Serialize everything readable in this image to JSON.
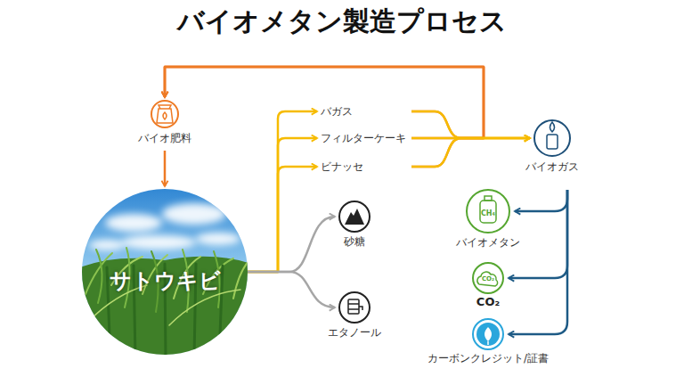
{
  "diagram": {
    "title": "バイオメタン製造プロセス",
    "nodes": [
      {
        "text": [
          "バイオ肥料"
        ]
      },
      {
        "text": [
          "サトウキビ"
        ]
      },
      {
        "text": [
          "バガス"
        ]
      },
      {
        "text": [
          "フィルターケーキ"
        ]
      },
      {
        "text": [
          "ビナッセ"
        ]
      },
      {
        "text": [
          "砂糖"
        ]
      },
      {
        "text": [
          "エタノール"
        ]
      },
      {
        "text": [
          "バイオガス"
        ]
      },
      {
        "text": [
          "バイオメタン"
        ]
      },
      {
        "text": [
          "CO₂"
        ]
      },
      {
        "text": [
          "カーボンクレジット/証書"
        ]
      }
    ],
    "edges": [
      {
        "from": 0,
        "to": 1,
        "arrow": "to"
      },
      {
        "from": 1,
        "to": 2,
        "arrow": "to"
      },
      {
        "from": 1,
        "to": 3,
        "arrow": "to"
      },
      {
        "from": 1,
        "to": 4,
        "arrow": "to"
      },
      {
        "from": 1,
        "to": 5,
        "arrow": "to"
      },
      {
        "from": 1,
        "to": 6,
        "arrow": "to"
      },
      {
        "from": 2,
        "to": 7,
        "arrow": "to"
      },
      {
        "from": 3,
        "to": 7,
        "arrow": "to"
      },
      {
        "from": 4,
        "to": 7,
        "arrow": "to"
      },
      {
        "from": 2,
        "to": 0,
        "arrow": "to"
      },
      {
        "from": 3,
        "to": 0,
        "arrow": "to"
      },
      {
        "from": 4,
        "to": 0,
        "arrow": "to"
      },
      {
        "from": 7,
        "to": 8,
        "arrow": "to"
      },
      {
        "from": 7,
        "to": 9,
        "arrow": "to"
      },
      {
        "from": 7,
        "to": 10,
        "arrow": "to"
      }
    ],
    "labels": [
      "CH₄",
      "CO₂"
    ]
  }
}
